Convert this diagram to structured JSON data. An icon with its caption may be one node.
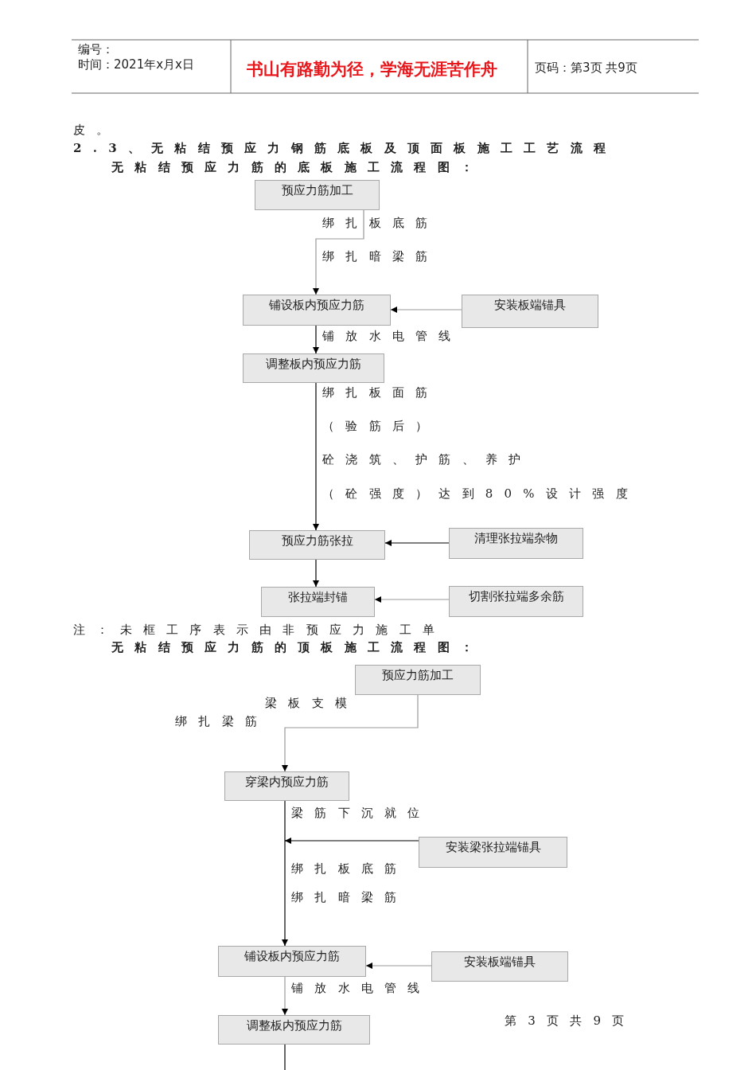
{
  "diagram": {
    "nodes": [
      {
        "text": [
          "预应力筋加工"
        ]
      },
      {
        "text": [
          "铺设板内预应力筋"
        ]
      },
      {
        "text": [
          "安装板端锚具"
        ]
      },
      {
        "text": [
          "调整板内预应力筋"
        ]
      },
      {
        "text": [
          "预应力筋张拉"
        ]
      },
      {
        "text": [
          "清理张拉端杂物"
        ]
      },
      {
        "text": [
          "张拉端封锚"
        ]
      },
      {
        "text": [
          "切割张拉端多余筋"
        ]
      },
      {
        "text": [
          "预应力筋加工"
        ]
      },
      {
        "text": [
          "穿梁内预应力筋"
        ]
      },
      {
        "text": [
          "安装梁张拉端锚具"
        ]
      },
      {
        "text": [
          "铺设板内预应力筋"
        ]
      },
      {
        "text": [
          "安装板端锚具"
        ]
      },
      {
        "text": [
          "调整板内预应力筋"
        ]
      }
    ],
    "edges": [
      {
        "from": 0,
        "to": 1,
        "arrow": "to",
        "color": "#999999"
      },
      {
        "from": 2,
        "to": 1,
        "arrow": "to",
        "color": "#999999"
      },
      {
        "from": 1,
        "to": 3,
        "arrow": "to"
      },
      {
        "from": 3,
        "to": 4,
        "arrow": "to"
      },
      {
        "from": 5,
        "to": 4,
        "arrow": "to"
      },
      {
        "from": 4,
        "to": 6,
        "arrow": "to"
      },
      {
        "from": 7,
        "to": 6,
        "arrow": "to",
        "color": "#999999"
      },
      {
        "from": 8,
        "to": 9,
        "arrow": "to",
        "color": "#999999"
      },
      {
        "from": 9,
        "to": 11,
        "arrow": "to"
      },
      {
        "from": 10,
        "to": null,
        "arrow": "to"
      },
      {
        "from": 12,
        "to": 11,
        "arrow": "to",
        "color": "#999999"
      },
      {
        "from": 11,
        "to": 13,
        "arrow": "to",
        "color": "#999999"
      },
      {
        "from": 13,
        "to": null,
        "arrow": "none"
      }
    ],
    "labels": [
      "编号：",
      "时间：2021年x月x日",
      "书山有路勤为径，学海无涯苦作舟",
      "页码：第3页 共9页",
      "皮。",
      "2.3、无粘结预应力钢筋底板及顶面板施工工艺流程",
      "无粘结预应力筋的底板施工流程图：",
      "绑扎板底筋",
      "绑扎暗梁筋",
      "铺放水电管线",
      "绑扎板面筋",
      "（验筋后）",
      "砼浇筑、护筋、养护",
      "（砼强度）达到80%设计强度",
      "注：未框工序表示由非预应力施工单",
      "无粘结预应力筋的顶板施工流程图：",
      "梁板支模",
      "绑扎梁筋",
      "梁筋下沉就位",
      "绑扎板底筋",
      "绑扎暗梁筋",
      "铺放水电管线",
      "第3页共9页"
    ]
  }
}
